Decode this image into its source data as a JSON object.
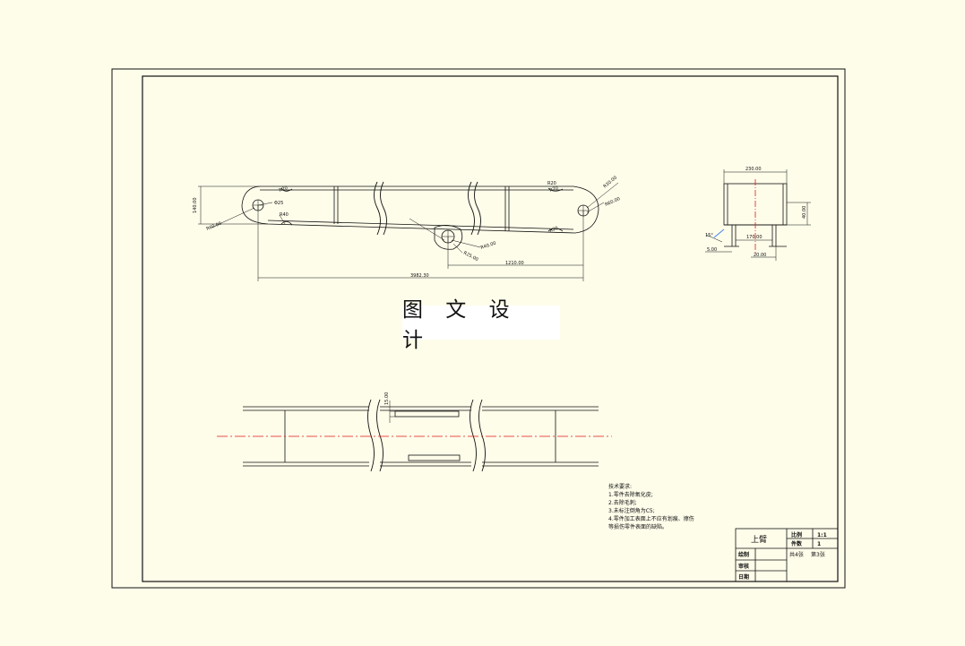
{
  "watermark": "图 文 设 计",
  "front_view": {
    "dims": {
      "height_left": "140.00",
      "r_left_top": "R20",
      "hole_left": "Φ25",
      "r_left_lower": "R40",
      "r_left_far": "R60.00",
      "r_right_top_a": "R20",
      "r_right_top_b": "R20",
      "r_right_lower": "R20",
      "r_right_outer": "R60.00",
      "r_right_pin": "R30.00",
      "r_mid_a": "R25.00",
      "r_mid_b": "R40.00",
      "len_partial": "1210.00",
      "len_total": "3982.30"
    }
  },
  "side_view": {
    "dims": {
      "width_top": "230.00",
      "height_right": "40.00",
      "inner_width": "170.00",
      "angle": "15°",
      "thick_left": "5.00",
      "flange": "20.00"
    }
  },
  "top_view": {
    "dims": {
      "slot_height": "15.00"
    }
  },
  "tech_req": {
    "title": "技术要求:",
    "lines": [
      "1.零件去除氧化皮;",
      "2.去除毛刺;",
      "3.未标注倒角为C5;",
      "4.零件加工表面上不应有划痕、擦伤",
      "等损伤零件表面的缺陷。"
    ]
  },
  "title_block": {
    "part_name": "上臂",
    "scale_label": "比例",
    "scale_value": "1:1",
    "qty_label": "件数",
    "qty_value": "1",
    "sheets_total": "共4张",
    "sheet_no": "第3张",
    "row_draw": "绘制",
    "row_review": "审核",
    "row_date": "日期"
  }
}
